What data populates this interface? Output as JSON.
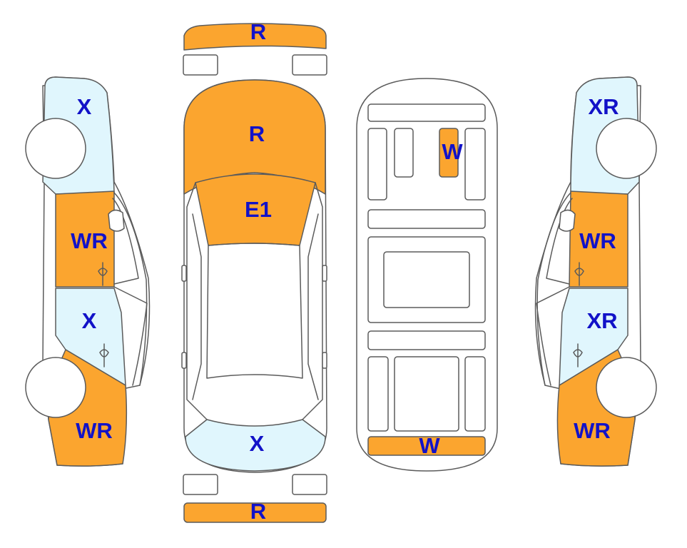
{
  "colors": {
    "damaged": "#fba52f",
    "marked": "#e0f6fd",
    "outline": "#5b5b5b",
    "body": "#ffffff",
    "label": "#1212c8"
  },
  "labels": {
    "front_bumper": "R",
    "hood": "R",
    "windshield": "E1",
    "rear_window": "X",
    "rear_bumper": "R",
    "left_front_fender": "X",
    "left_front_door": "WR",
    "left_rear_door": "X",
    "left_rear_quarter": "WR",
    "right_front_fender": "XR",
    "right_front_door": "WR",
    "right_rear_door": "XR",
    "right_rear_quarter": "WR",
    "underbody_front": "W",
    "underbody_rear": "W"
  }
}
